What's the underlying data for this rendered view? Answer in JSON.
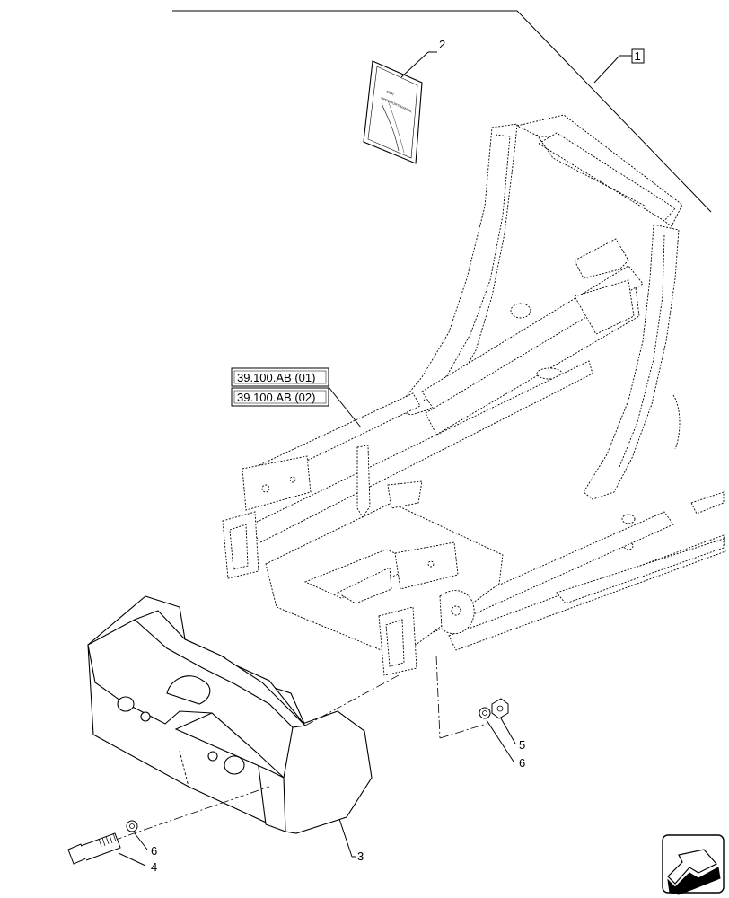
{
  "callouts": {
    "c1": "1",
    "c2": "2",
    "c3": "3",
    "c4": "4",
    "c5": "5",
    "c6a": "6",
    "c6b": "6"
  },
  "references": [
    {
      "label": "39.100.AB (01)"
    },
    {
      "label": "39.100.AB (02)"
    }
  ],
  "manual_cover_text": {
    "line1": "CNH",
    "line2": "OPERATOR'S MANUAL"
  },
  "icons": {
    "nav": "exit-arrow-icon"
  }
}
